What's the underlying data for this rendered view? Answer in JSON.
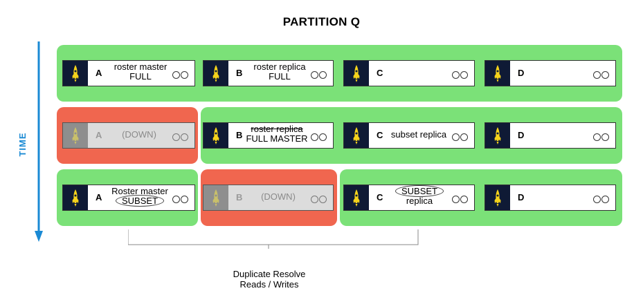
{
  "title": "PARTITION Q",
  "time_label": "TIME",
  "colors": {
    "accent": "#1a8ad4",
    "available": "#7be178",
    "down": "#f0664f",
    "logo_bg": "#0f1a35",
    "logo_fg": "#f5d21b"
  },
  "rows": [
    {
      "nodes": [
        {
          "letter": "A",
          "line1": "roster master",
          "line2": "FULL"
        },
        {
          "letter": "B",
          "line1": "roster replica",
          "line2": "FULL"
        },
        {
          "letter": "C",
          "line1": "",
          "line2": ""
        },
        {
          "letter": "D",
          "line1": "",
          "line2": ""
        }
      ]
    },
    {
      "nodes": [
        {
          "letter": "A",
          "line1": "(DOWN)",
          "line2": ""
        },
        {
          "letter": "B",
          "line1": "roster replica",
          "line2": "FULL MASTER"
        },
        {
          "letter": "C",
          "line1": "subset replica",
          "line2": ""
        },
        {
          "letter": "D",
          "line1": "",
          "line2": ""
        }
      ]
    },
    {
      "nodes": [
        {
          "letter": "A",
          "line1": "Roster master",
          "line2": "SUBSET"
        },
        {
          "letter": "B",
          "line1": "(DOWN)",
          "line2": ""
        },
        {
          "letter": "C",
          "line1": "SUBSET",
          "line2": "replica"
        },
        {
          "letter": "D",
          "line1": "",
          "line2": ""
        }
      ]
    }
  ],
  "resolve_label": {
    "line1": "Duplicate Resolve",
    "line2": "Reads / Writes"
  }
}
